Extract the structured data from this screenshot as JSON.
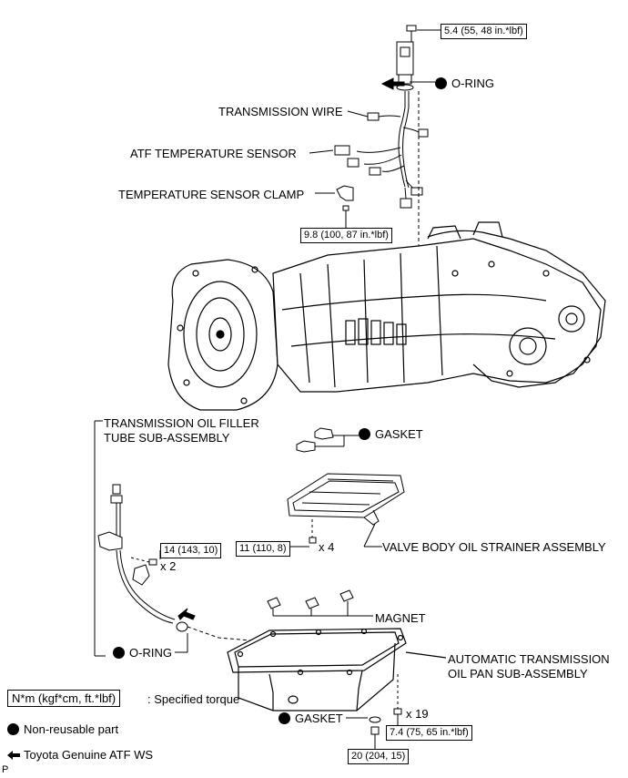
{
  "labels": {
    "o_ring_top": "O-RING",
    "transmission_wire": "TRANSMISSION WIRE",
    "atf_temp_sensor": "ATF TEMPERATURE SENSOR",
    "temp_sensor_clamp": "TEMPERATURE SENSOR CLAMP",
    "filler_tube_line1": "TRANSMISSION OIL FILLER",
    "filler_tube_line2": "TUBE SUB-ASSEMBLY",
    "gasket_strainer": "GASKET",
    "valve_body_strainer": "VALVE BODY OIL STRAINER ASSEMBLY",
    "magnet": "MAGNET",
    "o_ring_bottom": "O-RING",
    "oil_pan_line1": "AUTOMATIC TRANSMISSION",
    "oil_pan_line2": "OIL PAN SUB-ASSEMBLY",
    "gasket_drain": "GASKET",
    "qty_x2": "x 2",
    "qty_x4": "x 4",
    "qty_x19": "x 19",
    "page_marker": "P"
  },
  "torques": {
    "sensor_bolt": "5.4 (55, 48 in.*lbf)",
    "clamp_bolt": "9.8 (100, 87 in.*lbf)",
    "filler_tube_bolt": "14 (143, 10)",
    "strainer_bolt": "11 (110, 8)",
    "oil_pan_bolt": "7.4 (75, 65 in.*lbf)",
    "drain_plug": "20 (204, 15)"
  },
  "legend": {
    "torque_unit": "N*m (kgf*cm, ft.*lbf)",
    "torque_text": ": Specified torque",
    "non_reusable": "Non-reusable part",
    "atf_ws": "Toyota Genuine ATF WS"
  }
}
